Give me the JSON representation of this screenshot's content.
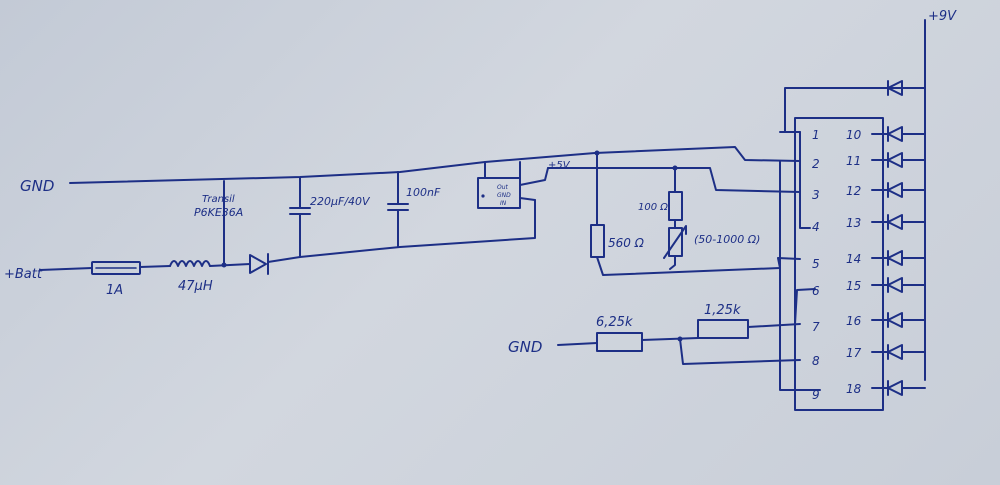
{
  "diagram": {
    "labels": {
      "gnd_top": "GND",
      "batt": "+Batt",
      "fuse": "1A",
      "inductor": "47µH",
      "transil_line1": "Transil",
      "transil_line2": "P6KE36A",
      "cap1": "220µF/40V",
      "cap2": "100nF",
      "reg_out": "Out",
      "reg_gnd": "GND",
      "reg_in": "IN",
      "plus5v": "+5V",
      "r560": "560 Ω",
      "r100": "100 Ω",
      "rvar": "(50-1000 Ω)",
      "gnd_bottom": "GND",
      "r625": "6,25k",
      "r125": "1,25k",
      "plus9v": "+9V"
    },
    "ic_pins_left": [
      "1",
      "2",
      "3",
      "4",
      "5",
      "6",
      "7",
      "8",
      "9"
    ],
    "ic_pins_right": [
      "10",
      "11",
      "12",
      "13",
      "14",
      "15",
      "16",
      "17",
      "18"
    ]
  }
}
